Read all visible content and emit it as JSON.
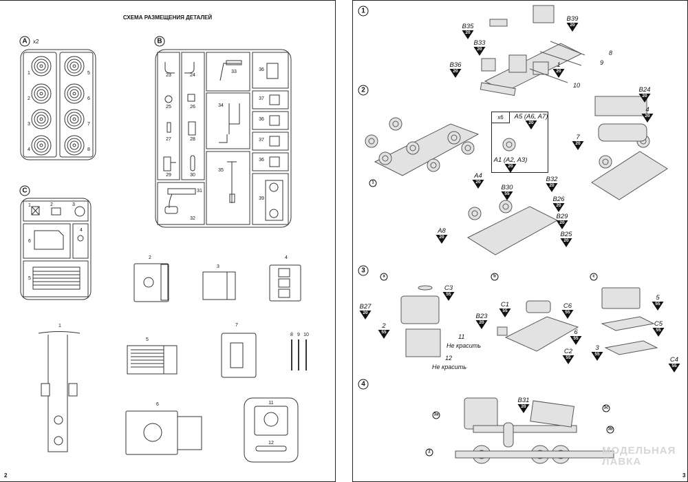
{
  "left_page": {
    "title": "СХЕМА РАЗМЕЩЕНИЯ ДЕТАЛЕЙ",
    "page_number": "2",
    "sprue_a": {
      "label": "A",
      "multiplier": "x2",
      "parts": [
        "1",
        "2",
        "3",
        "4",
        "5",
        "6",
        "7",
        "8"
      ]
    },
    "sprue_b": {
      "label": "B",
      "parts": [
        "23",
        "24",
        "25",
        "26",
        "27",
        "28",
        "29",
        "30",
        "31",
        "32",
        "33",
        "34",
        "35",
        "36",
        "37",
        "36",
        "37",
        "36",
        "39"
      ]
    },
    "sprue_c": {
      "label": "C",
      "parts": [
        "1",
        "2",
        "3",
        "4",
        "6",
        "5"
      ]
    },
    "loose_parts": [
      "1",
      "2",
      "3",
      "4",
      "5",
      "6",
      "7",
      "8",
      "9",
      "10",
      "11",
      "12"
    ]
  },
  "right_page": {
    "page_number": "3",
    "watermark": [
      "МОДЕЛЬНАЯ",
      "ЛАВКА"
    ],
    "steps": [
      "1",
      "2",
      "3",
      "4"
    ],
    "substeps": [
      "a",
      "b",
      "c"
    ],
    "multiplier_box": "x6",
    "no_paint_note": "Не красить",
    "subassembly_refs": [
      "1",
      "3a",
      "3c",
      "3b",
      "2"
    ],
    "callouts": [
      {
        "label": "B35",
        "paint": "20"
      },
      {
        "label": "B39",
        "paint": "20"
      },
      {
        "label": "B33",
        "paint": "20"
      },
      {
        "label": "B36",
        "paint": "20"
      },
      {
        "label": "1",
        "paint": "20"
      },
      {
        "label": "B24",
        "paint": "20"
      },
      {
        "label": "4",
        "paint": "20"
      },
      {
        "label": "7",
        "paint": "20"
      },
      {
        "label": "A5 (A6, A7)",
        "paint": "20"
      },
      {
        "label": "A1 (A2, A3)",
        "paint": "20"
      },
      {
        "label": "A4",
        "paint": "20"
      },
      {
        "label": "B30",
        "paint": "55"
      },
      {
        "label": "B32",
        "paint": "20"
      },
      {
        "label": "B26",
        "paint": "20"
      },
      {
        "label": "B29",
        "paint": "20"
      },
      {
        "label": "B25",
        "paint": "20"
      },
      {
        "label": "A8",
        "paint": "20"
      },
      {
        "label": "C3",
        "paint": "55"
      },
      {
        "label": "B27",
        "paint": "20"
      },
      {
        "label": "B23",
        "paint": "20"
      },
      {
        "label": "2",
        "paint": "55"
      },
      {
        "label": "C1",
        "paint": "55"
      },
      {
        "label": "C6",
        "paint": "55"
      },
      {
        "label": "6",
        "paint": "55"
      },
      {
        "label": "C2",
        "paint": "55"
      },
      {
        "label": "5",
        "paint": "55"
      },
      {
        "label": "C5",
        "paint": "55"
      },
      {
        "label": "3",
        "paint": "55"
      },
      {
        "label": "C4",
        "paint": "55"
      },
      {
        "label": "B31",
        "paint": "20"
      }
    ],
    "plain_labels": [
      "8",
      "9",
      "10",
      "11",
      "12"
    ]
  }
}
